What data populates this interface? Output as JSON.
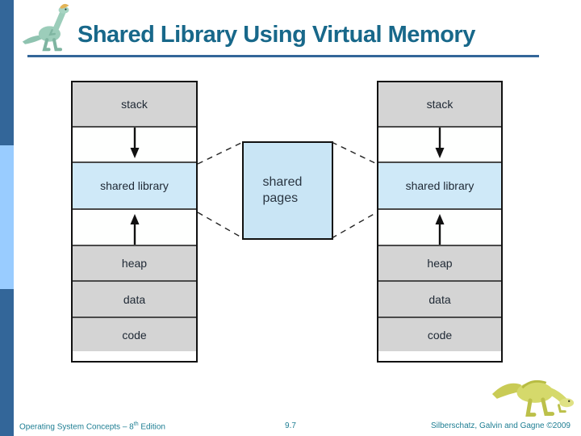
{
  "slide": {
    "title": "Shared Library Using Virtual Memory",
    "page_number": "9.7",
    "footer_left": {
      "prefix": "Operating System Concepts – 8",
      "superscript": "th",
      "suffix": " Edition"
    },
    "footer_right": "Silberschatz, Galvin and Gagne ©2009"
  },
  "diagram": {
    "columns": [
      {
        "id": "process-left",
        "segments": [
          {
            "label": "stack",
            "type": "region"
          },
          {
            "label": "",
            "type": "growth-arrow-down"
          },
          {
            "label": "shared library",
            "type": "highlighted-region"
          },
          {
            "label": "",
            "type": "growth-arrow-up"
          },
          {
            "label": "heap",
            "type": "region"
          },
          {
            "label": "data",
            "type": "region"
          },
          {
            "label": "code",
            "type": "region"
          }
        ]
      },
      {
        "id": "process-right",
        "segments": [
          {
            "label": "stack",
            "type": "region"
          },
          {
            "label": "",
            "type": "growth-arrow-down"
          },
          {
            "label": "shared library",
            "type": "highlighted-region"
          },
          {
            "label": "",
            "type": "growth-arrow-up"
          },
          {
            "label": "heap",
            "type": "region"
          },
          {
            "label": "data",
            "type": "region"
          },
          {
            "label": "code",
            "type": "region"
          }
        ]
      }
    ],
    "shared_pages": {
      "label": "shared pages"
    },
    "connectors": "dashed lines linking both shared library regions to shared pages box"
  },
  "icons": {
    "logo": "dinosaur-logo",
    "footer_logo": "dinosaur-footer",
    "down_arrow": "↓",
    "up_arrow": "↑"
  },
  "colors": {
    "sidebar_dark": "#336699",
    "sidebar_light": "#99CCFF",
    "title_text": "#18688A",
    "title_underline": "#336699",
    "segment_gray": "#D4D4D4",
    "segment_border": "#4A4A4A",
    "shared_library_fill": "#CFE9F8",
    "shared_pages_fill": "#C9E5F5",
    "footer_text": "#1E7E93"
  }
}
